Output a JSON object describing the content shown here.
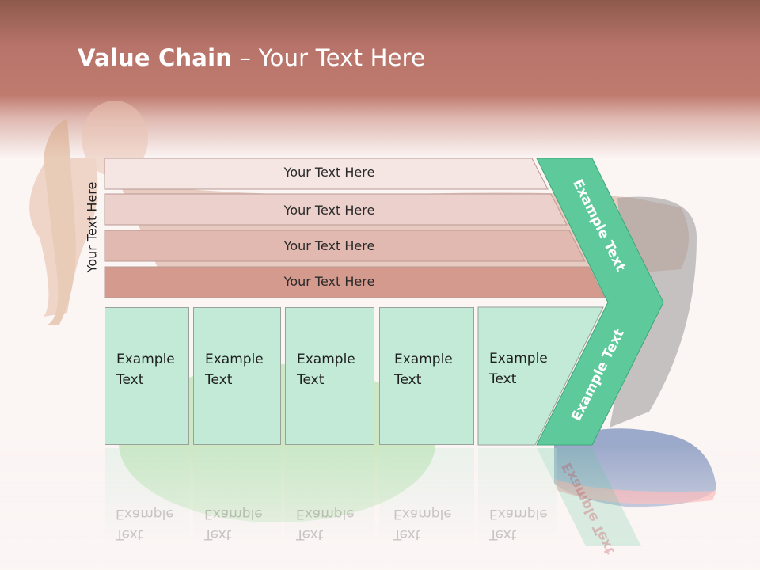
{
  "slide": {
    "title_bold": "Value Chain",
    "title_rest": " – Your Text Here",
    "vertical_label": "Your Text Here",
    "rows": [
      {
        "label": "Your Text Here",
        "color": "#f5e6e4"
      },
      {
        "label": "Your Text Here",
        "color": "#ecd0cb"
      },
      {
        "label": "Your Text Here",
        "color": "#e1b9b1"
      },
      {
        "label": "Your Text Here",
        "color": "#d49a8e"
      }
    ],
    "boxes": [
      {
        "line1": "Example",
        "line2": "Text"
      },
      {
        "line1": "Example",
        "line2": "Text"
      },
      {
        "line1": "Example",
        "line2": "Text"
      },
      {
        "line1": "Example",
        "line2": "Text"
      },
      {
        "line1": "Example",
        "line2": "Text"
      }
    ],
    "chevron": {
      "top_text": "Example Text",
      "bottom_text": "Example Text",
      "color": "#5ec99a"
    }
  }
}
